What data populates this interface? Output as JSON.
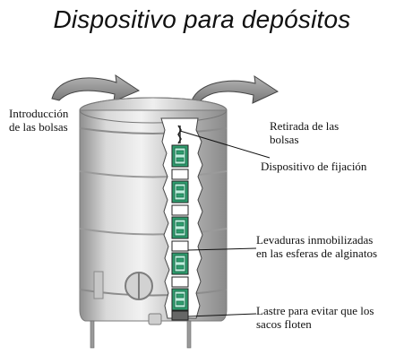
{
  "diagram": {
    "title": "Dispositivo para depósitos",
    "labels": {
      "introduction_line1": "Introducción",
      "introduction_line2": "de las bolsas",
      "removal_line1": "Retirada de las",
      "removal_line2": "bolsas",
      "fixation_device": "Dispositivo de fijación",
      "yeasts_line1": "Levaduras inmobilizadas",
      "yeasts_line2": "en las esferas de alginatos",
      "ballast_line1": "Lastre para evitar que los",
      "ballast_line2": "sacos floten"
    },
    "colors": {
      "tank_light": "#e6e6e6",
      "tank_mid": "#b9b9b9",
      "tank_dark": "#7e7e7e",
      "arrow_gray": "#8a8a8a",
      "bag_green": "#2f9e6f",
      "bag_green_light": "#bfeedd",
      "ballast_gray": "#666666"
    },
    "icons": {
      "introduction": "curved-arrow-icon",
      "removal": "curved-arrow-icon"
    }
  }
}
